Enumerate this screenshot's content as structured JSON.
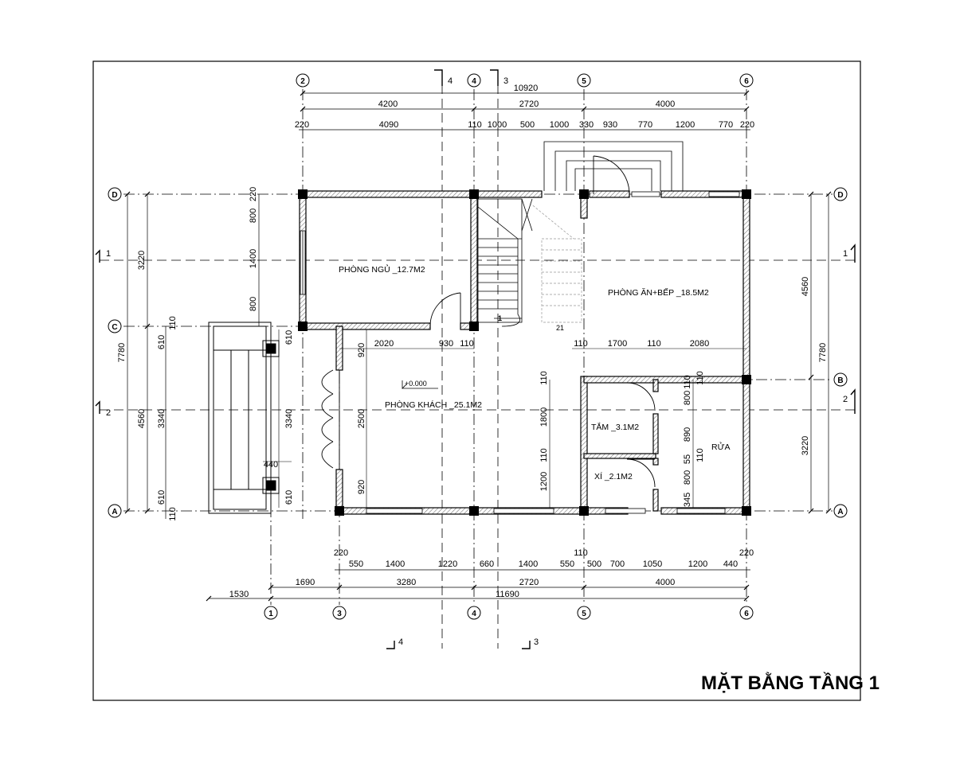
{
  "title": "MẶT BẰNG TẦNG 1",
  "rooms": {
    "bedroom": "PHÒNG NGỦ _12.7M2",
    "dining_kitchen": "PHÒNG ĂN+BẾP _18.5M2",
    "living": "PHÒNG KHÁCH _25.1M2",
    "bath": "TẮM _3.1M2",
    "wc": "XÍ _2.1M2",
    "wash": "RỬA"
  },
  "level_mark": "+0.000",
  "stair_labels": {
    "a": "1",
    "b": "21"
  },
  "axes": {
    "a1": "1",
    "a2": "2",
    "a3": "3",
    "a4": "4",
    "a5": "5",
    "a6": "6",
    "rA": "A",
    "rB": "B",
    "rC": "C",
    "rD": "D"
  },
  "sections": {
    "s1": "1",
    "s2": "2",
    "s3": "3",
    "s4": "4"
  },
  "dims_top": {
    "total": "10920",
    "row2": [
      "4200",
      "2720",
      "4000"
    ],
    "row3": [
      "220",
      "4090",
      "110",
      "1000",
      "500",
      "1000",
      "330",
      "930",
      "770",
      "1200",
      "770",
      "220"
    ]
  },
  "dims_bottom": {
    "row1": [
      "220",
      "550",
      "1400",
      "1220",
      "660",
      "1400",
      "550",
      "110",
      "500",
      "700",
      "1050",
      "1200",
      "440",
      "220"
    ],
    "row2": [
      "1690",
      "3280",
      "2720",
      "4000"
    ],
    "row3": [
      "1530",
      "11690"
    ]
  },
  "dims_left": {
    "outer": "7780",
    "mid": [
      "3220",
      "4560"
    ],
    "inner_top": [
      "220",
      "800",
      "1400",
      "800"
    ],
    "inner_bottom": [
      "610",
      "110",
      "3340",
      "610",
      "110"
    ]
  },
  "dims_right": {
    "outer": "7780",
    "mid": [
      "4560",
      "3220"
    ]
  },
  "dims_interior": {
    "row_c": [
      "2020",
      "930",
      "110",
      "110",
      "1700",
      "110",
      "2080"
    ],
    "living_v": [
      "920",
      "2500",
      "920"
    ],
    "porch_v": [
      "610",
      "3340",
      "610"
    ],
    "porch_h": "440",
    "bath_v": [
      "110",
      "1800",
      "110",
      "1200"
    ],
    "wash_v": [
      "800",
      "110",
      "890",
      "55",
      "800",
      "345",
      "110",
      "110"
    ]
  }
}
